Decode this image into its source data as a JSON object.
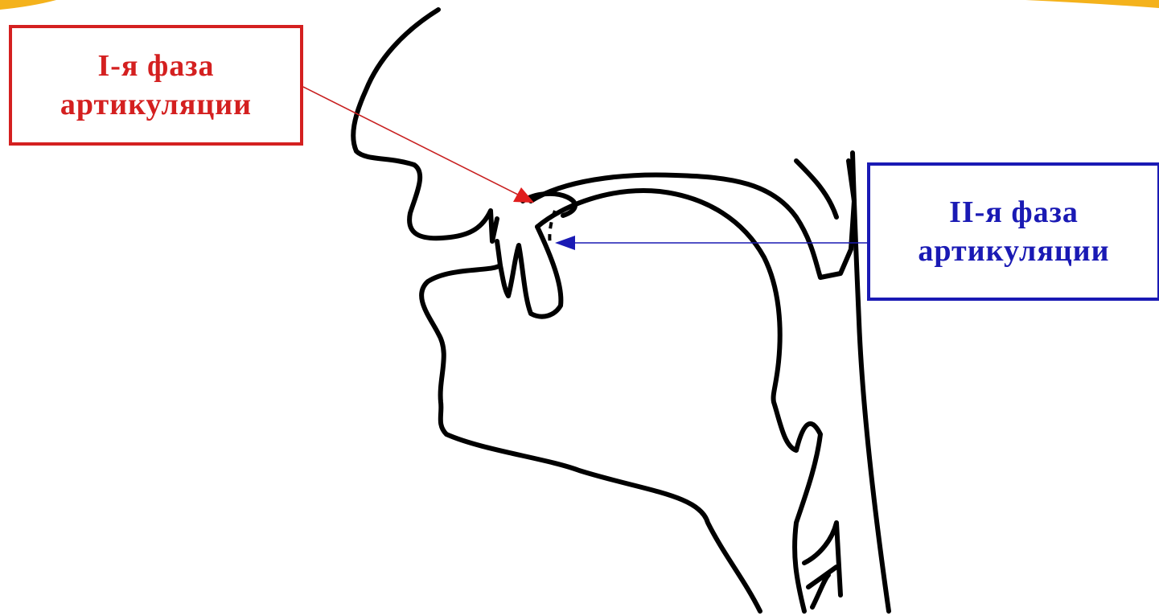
{
  "labels": {
    "phase1": {
      "line1": "I-я фаза",
      "line2": "артикуляции",
      "color": "#d42020"
    },
    "phase2": {
      "line1": "II-я фаза",
      "line2": "артикуляции",
      "color": "#1a1ab4"
    }
  },
  "colors": {
    "outline": "#000000",
    "accent_top_left": "#f4b21c",
    "accent_top_right": "#f4b21c"
  }
}
